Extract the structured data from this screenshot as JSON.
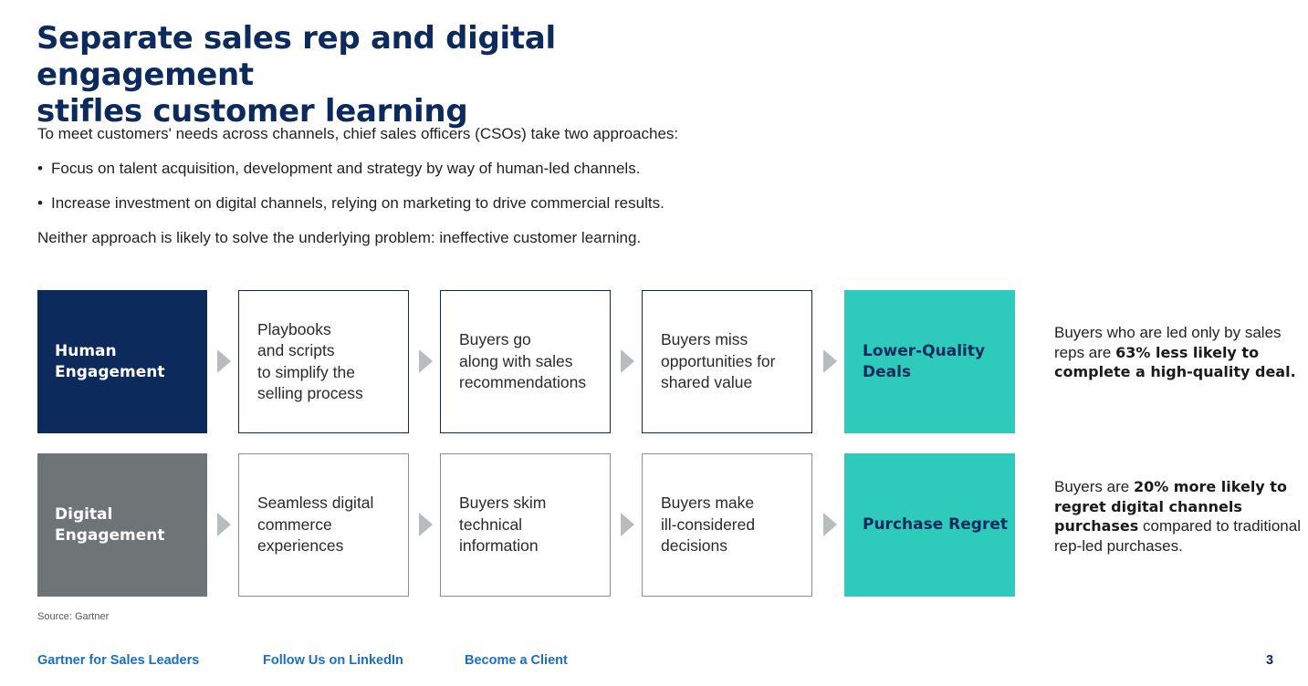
{
  "title": {
    "line1": "Separate sales rep and digital engagement",
    "line2": "stifles customer learning"
  },
  "intro": {
    "lead": "To meet customers' needs across channels, chief sales officers (CSOs) take two approaches:",
    "bullets": [
      "Focus on talent acquisition, development and strategy by way of human-led channels.",
      "Increase investment on digital channels, relying on marketing to drive commercial results."
    ],
    "conclusion": "Neither approach is likely to solve the underlying problem: ineffective customer learning."
  },
  "rows": [
    {
      "header": [
        "Human",
        "Engagement"
      ],
      "header_color": "#0d2a5c",
      "steps": [
        [
          "Playbooks",
          "and scripts",
          "to simplify the",
          "selling process"
        ],
        [
          "Buyers go",
          "along with sales",
          "recommendations"
        ],
        [
          "Buyers miss",
          "opportunities for",
          "shared value"
        ]
      ],
      "result": [
        "Lower-Quality",
        "Deals"
      ],
      "note": {
        "pre": "Buyers who are led only by sales reps are ",
        "bold": "63% less likely to complete a high-quality deal.",
        "post": ""
      }
    },
    {
      "header": [
        "Digital",
        "Engagement"
      ],
      "header_color": "#6f7577",
      "steps": [
        [
          "Seamless digital",
          "commerce",
          "experiences"
        ],
        [
          "Buyers skim",
          "technical",
          "information"
        ],
        [
          "Buyers make",
          "ill-considered",
          "decisions"
        ]
      ],
      "result": [
        "Purchase Regret"
      ],
      "note": {
        "pre": "Buyers are ",
        "bold": "20% more likely to regret digital channels purchases",
        "post": " compared to traditional rep-led purchases."
      }
    }
  ],
  "result_color": "#2ecbbd",
  "source": "Source: Gartner",
  "footer": {
    "links": [
      "Gartner for Sales Leaders",
      "Follow Us on LinkedIn",
      "Become a Client"
    ],
    "page_number": "3"
  },
  "icons": {
    "flow_arrow": "chevron-right-icon",
    "bullet": "bullet-dot"
  }
}
